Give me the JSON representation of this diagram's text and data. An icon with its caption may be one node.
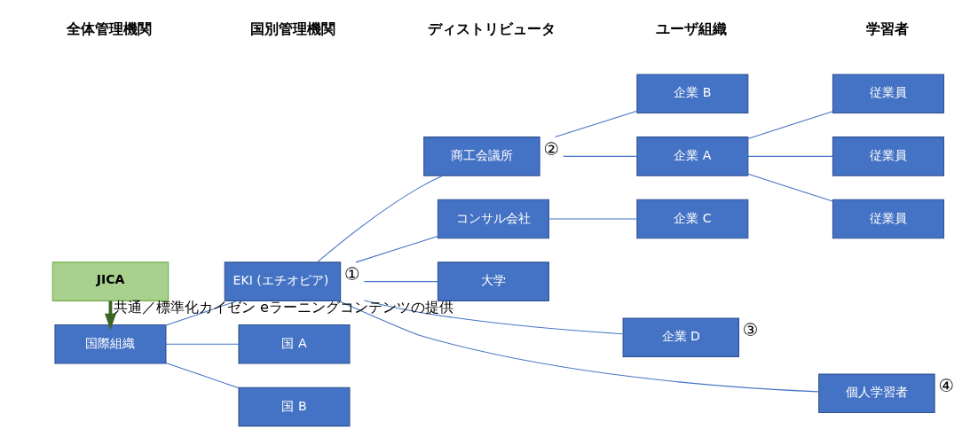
{
  "diagram": {
    "nodes": [
      {
        "text": [
          "国際組織"
        ]
      },
      {
        "text": [
          "EKI (エチオピア)"
        ],
        "beside": [
          "①"
        ]
      },
      {
        "text": [
          "国 A"
        ]
      },
      {
        "text": [
          "国 B"
        ]
      },
      {
        "text": [
          "商工会議所"
        ],
        "beside": [
          "②"
        ]
      },
      {
        "text": [
          "コンサル会社"
        ]
      },
      {
        "text": [
          "大学"
        ]
      },
      {
        "text": [
          "企業 A"
        ]
      },
      {
        "text": [
          "企業 B"
        ]
      },
      {
        "text": [
          "企業 C"
        ]
      },
      {
        "text": [
          "企業 D"
        ],
        "beside": [
          "③"
        ]
      },
      {
        "text": [
          "従業員"
        ]
      },
      {
        "text": [
          "従業員"
        ]
      },
      {
        "text": [
          "従業員"
        ]
      },
      {
        "text": [
          "個人学習者"
        ],
        "beside": [
          "④"
        ]
      },
      {
        "text": [
          "JICA"
        ]
      }
    ],
    "edges": [
      {
        "from": 0,
        "to": 1,
        "arrow": "none"
      },
      {
        "from": 0,
        "to": 2,
        "arrow": "none"
      },
      {
        "from": 0,
        "to": 3,
        "arrow": "none"
      },
      {
        "from": 1,
        "to": 4,
        "arrow": "none"
      },
      {
        "from": 1,
        "to": 5,
        "arrow": "none"
      },
      {
        "from": 1,
        "to": 6,
        "arrow": "none"
      },
      {
        "from": 1,
        "to": 10,
        "arrow": "none"
      },
      {
        "from": 1,
        "to": 14,
        "arrow": "none"
      },
      {
        "from": 4,
        "to": 7,
        "arrow": "none"
      },
      {
        "from": 4,
        "to": 8,
        "arrow": "none"
      },
      {
        "from": 5,
        "to": 9,
        "arrow": "none"
      },
      {
        "from": 7,
        "to": 11,
        "arrow": "none"
      },
      {
        "from": 7,
        "to": 12,
        "arrow": "none"
      },
      {
        "from": 7,
        "to": 13,
        "arrow": "none"
      },
      {
        "from": 15,
        "to": 0,
        "arrow": "to",
        "label": "共通／標準化カイゼン eラーニングコンテンツの提供",
        "style": "thick",
        "color": "#3b6424"
      }
    ],
    "labels": [
      "全体管理機関",
      "国別管理機関",
      "ディストリビュータ",
      "ユーザ組織",
      "学習者"
    ]
  }
}
